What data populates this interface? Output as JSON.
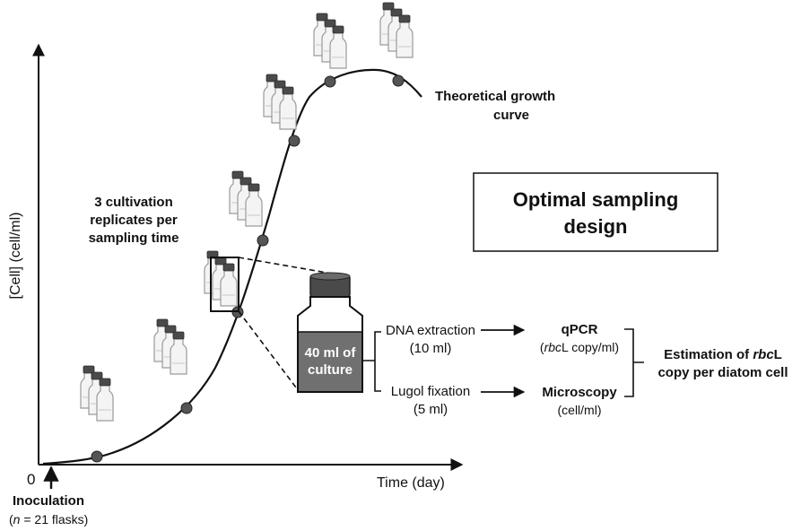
{
  "axes": {
    "y_label": "[Cell] (cell/ml)",
    "x_label": "Time (day)",
    "origin_label": "0"
  },
  "inoculation": {
    "title": "Inoculation",
    "n_prefix": "n",
    "n_suffix": " = 21 flasks"
  },
  "curve_label": {
    "line1": "Theoretical growth",
    "line2": "curve"
  },
  "replicates_note": {
    "line1": "3 cultivation",
    "line2": "replicates per",
    "line3": "sampling time"
  },
  "design_box": {
    "line1": "Optimal sampling",
    "line2": "design"
  },
  "culture": {
    "line1": "40 ml of",
    "line2": "culture"
  },
  "dna_branch": {
    "step_line1": "DNA extraction",
    "step_line2": "(10 ml)",
    "method": "qPCR",
    "unit_italic": "rbc",
    "unit_rest": "L copy/ml)",
    "unit_open": "("
  },
  "lugol_branch": {
    "step_line1": "Lugol fixation",
    "step_line2": "(5 ml)",
    "method": "Microscopy",
    "unit": "(cell/ml)"
  },
  "estimation": {
    "line1_prefix": "Estimation of ",
    "line1_italic": "rbc",
    "line1_suffix": "L",
    "line2": "copy per diatom cell"
  },
  "sampling_points_count": 7,
  "colors": {
    "ink": "#111111",
    "sample_point": "#555555",
    "culture_fill": "#707070",
    "flask_cap": "#4a4a4a",
    "flask_body": "#f4f4f4"
  }
}
